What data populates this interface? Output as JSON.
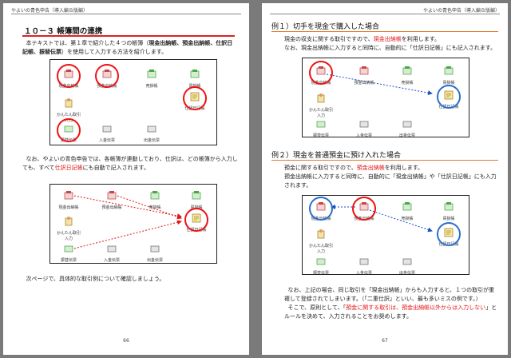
{
  "left_page": {
    "header": "やよいの青色申告（導入編Ｂ版編）",
    "section_title": "１０－３ 帳簿間の連携",
    "intro": [
      "本テキストでは、第１章で紹介した４つの帳簿（",
      "現金出納帳、預金出納帳、仕訳日記帳、振替伝票",
      "）を使用して入力する方法を紹介します。"
    ],
    "middle": [
      "なお、やよいの青色申告では、各帳簿が連動しており、仕訳は、どの帳簿から入力しても、すべて",
      "仕訳日記帳",
      "にも自動で記入されます。"
    ],
    "closing": "次ページで、具体的な取引例について確認しましょう。",
    "page_number": "66"
  },
  "right_page": {
    "header": "やよいの青色申告（導入編Ｂ版編）",
    "example1_title": "例１）切手を現金で購入した場合",
    "example1_text": [
      "現金の収支に関する取引ですので、",
      "現金出納帳",
      "を利用します。",
      "なお、現金出納帳に入力すると同時に、自動的に「仕訳日記帳」にも記入されます。"
    ],
    "example2_title": "例２）現金を普通預金に預け入れた場合",
    "example2_text": [
      "預金に関する取引ですので、",
      "預金出納帳",
      "を利用します。",
      "預金出納帳に入力すると同時に、自動的に「現金出納帳」や「仕訳日記帳」にも入力されます。"
    ],
    "closing_text": [
      "なお、上記の場合、同じ取引を「現金出納帳」からも入力すると、１つの取引が重複して登録されてしまいます。（「二重仕訳」といい、最も多いミスの例です。）",
      "そこで、原則として、「",
      "預金に関する取引は、預金出納帳以外からは入力しない",
      "」とルールを決めて、入力されることをお奨めします。"
    ],
    "page_number": "67"
  },
  "diagram_labels": {
    "genkin": "現金出納帳",
    "yokin": "預金出納帳",
    "uriage": "売掛帳",
    "kaikake": "買掛帳",
    "kantan": "かんたん取引",
    "kantan2": "入力",
    "shiwake": "仕訳日記帳",
    "furikae": "振替伝票",
    "nyukin": "入金伝票",
    "shukkin": "出金伝票"
  },
  "colors": {
    "accent_red": "#e01515",
    "ring_blue": "#2a6fd0",
    "rule_orange": "#e07a30",
    "arrow_blue": "#1c4fc0"
  }
}
